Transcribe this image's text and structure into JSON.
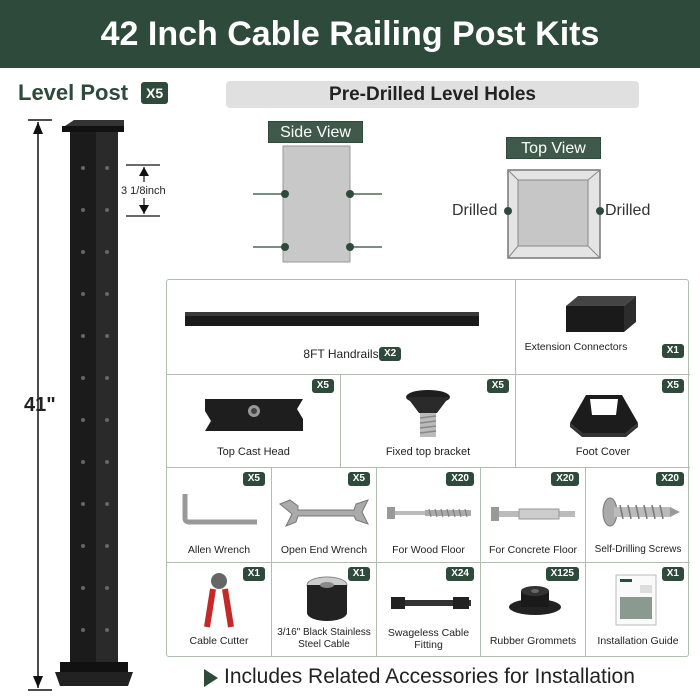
{
  "banner": {
    "title": "42 Inch Cable Railing Post Kits"
  },
  "level_post": {
    "title": "Level Post",
    "qty": "X5",
    "height_label": "41\"",
    "spacing_label": "3 1/8inch"
  },
  "predrilled": {
    "title": "Pre-Drilled Level Holes",
    "side_view": "Side View",
    "top_view": "Top View",
    "drilled_left": "Drilled",
    "drilled_right": "Drilled"
  },
  "parts": [
    {
      "label": "8FT Handrails",
      "qty": "X2"
    },
    {
      "label": "Extension Connectors",
      "qty": "X1"
    },
    {
      "label": "Top Cast Head",
      "qty": "X5"
    },
    {
      "label": "Fixed top bracket",
      "qty": "X5"
    },
    {
      "label": "Foot Cover",
      "qty": "X5"
    },
    {
      "label": "Allen Wrench",
      "qty": "X5"
    },
    {
      "label": "Open End Wrench",
      "qty": "X5"
    },
    {
      "label": "For Wood Floor",
      "qty": "X20"
    },
    {
      "label": "For Concrete Floor",
      "qty": "X20"
    },
    {
      "label": "Self-Drilling Screws",
      "qty": "X20"
    },
    {
      "label": "Cable Cutter",
      "qty": "X1"
    },
    {
      "label": "3/16\" Black Stainless Steel Cable",
      "qty": "X1"
    },
    {
      "label": "Swageless Cable Fitting",
      "qty": "X24"
    },
    {
      "label": "Rubber Grommets",
      "qty": "X125"
    },
    {
      "label": "Installation Guide",
      "qty": "X1"
    }
  ],
  "footer": {
    "text": "Includes Related Accessories for Installation"
  },
  "colors": {
    "brand": "#2e4a3b",
    "border": "#aebfb2"
  }
}
